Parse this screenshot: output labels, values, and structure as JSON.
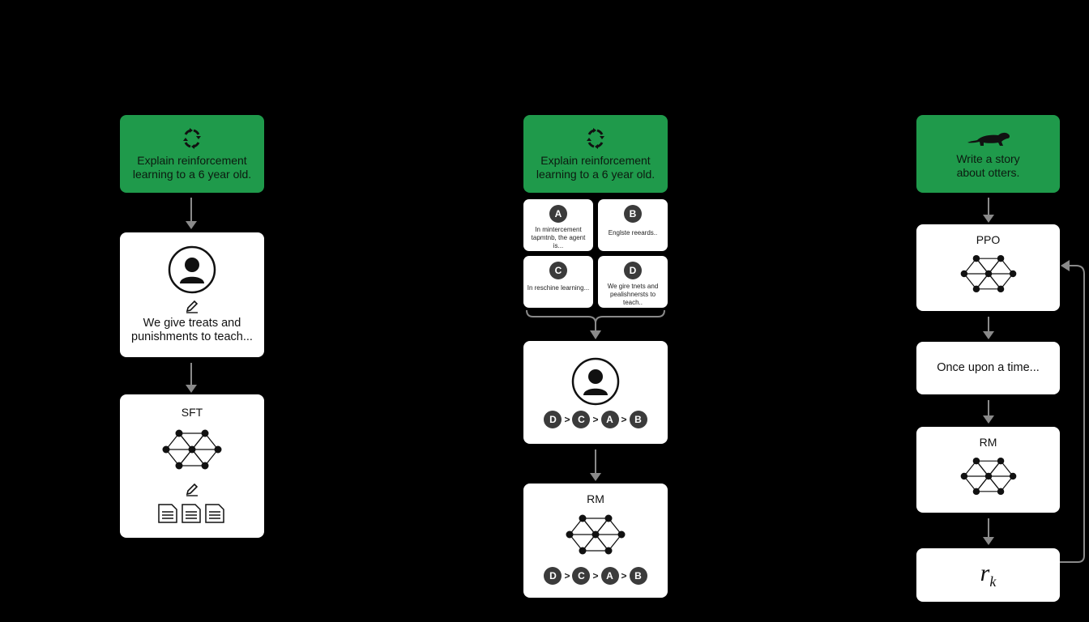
{
  "step1": {
    "prompt": "Explain reinforcement learning to a 6 year old.",
    "demonstration": "We give treats and punishments to teach...",
    "model_label": "SFT"
  },
  "step2": {
    "prompt": "Explain reinforcement learning to a 6 year old.",
    "outputs": [
      {
        "letter": "A",
        "text": "In mintercement tapmtnb, the agent is..."
      },
      {
        "letter": "B",
        "text": "Englste reeards.."
      },
      {
        "letter": "C",
        "text": "In reschine learning..."
      },
      {
        "letter": "D",
        "text": "We gire tnets and pealishnersts to teach.."
      }
    ],
    "ranking": [
      "D",
      ">",
      "C",
      ">",
      "A",
      ">",
      "B"
    ],
    "model_label": "RM",
    "rm_ranking": [
      "D",
      ">",
      "C",
      ">",
      "A",
      ">",
      "B"
    ]
  },
  "step3": {
    "prompt": "Write a story about otters.",
    "policy_label": "PPO",
    "output": "Once upon a time...",
    "rm_label": "RM",
    "reward": {
      "symbol": "r",
      "subscript": "k"
    }
  },
  "icons": [
    "cycle-icon",
    "otter-icon",
    "person-icon",
    "pencil-icon",
    "neural-network-icon",
    "document-icon"
  ],
  "colors": {
    "background": "#000000",
    "prompt_box": "#1f9a4b",
    "card": "#ffffff",
    "arrow": "#8a8a8a",
    "badge": "#3b3b3b"
  }
}
